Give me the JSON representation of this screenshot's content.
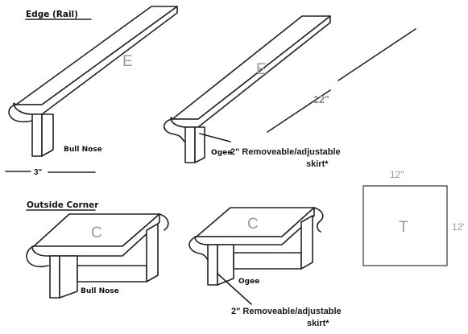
{
  "headings": {
    "edge_rail": "Edge (Rail)",
    "outside_corner": "Outside Corner"
  },
  "profiles": {
    "bull_nose_top": "Bull Nose",
    "ogee_top": "Ogee",
    "bull_nose_bottom": "Bull Nose",
    "ogee_bottom": "Ogee"
  },
  "piece_letters": {
    "edge_left": "E",
    "edge_right": "E",
    "corner_left": "C",
    "corner_right": "C",
    "tile": "T"
  },
  "dimensions": {
    "rail_length": "12\"",
    "edge_width": "3\"",
    "tile_width": "12\"",
    "tile_height": "12'"
  },
  "notes": {
    "skirt_top_line1": "2\" Removeable/adjustable",
    "skirt_top_line2": "skirt*",
    "skirt_bottom_line1": "2\" Removeable/adjustable",
    "skirt_bottom_line2": "skirt*"
  }
}
